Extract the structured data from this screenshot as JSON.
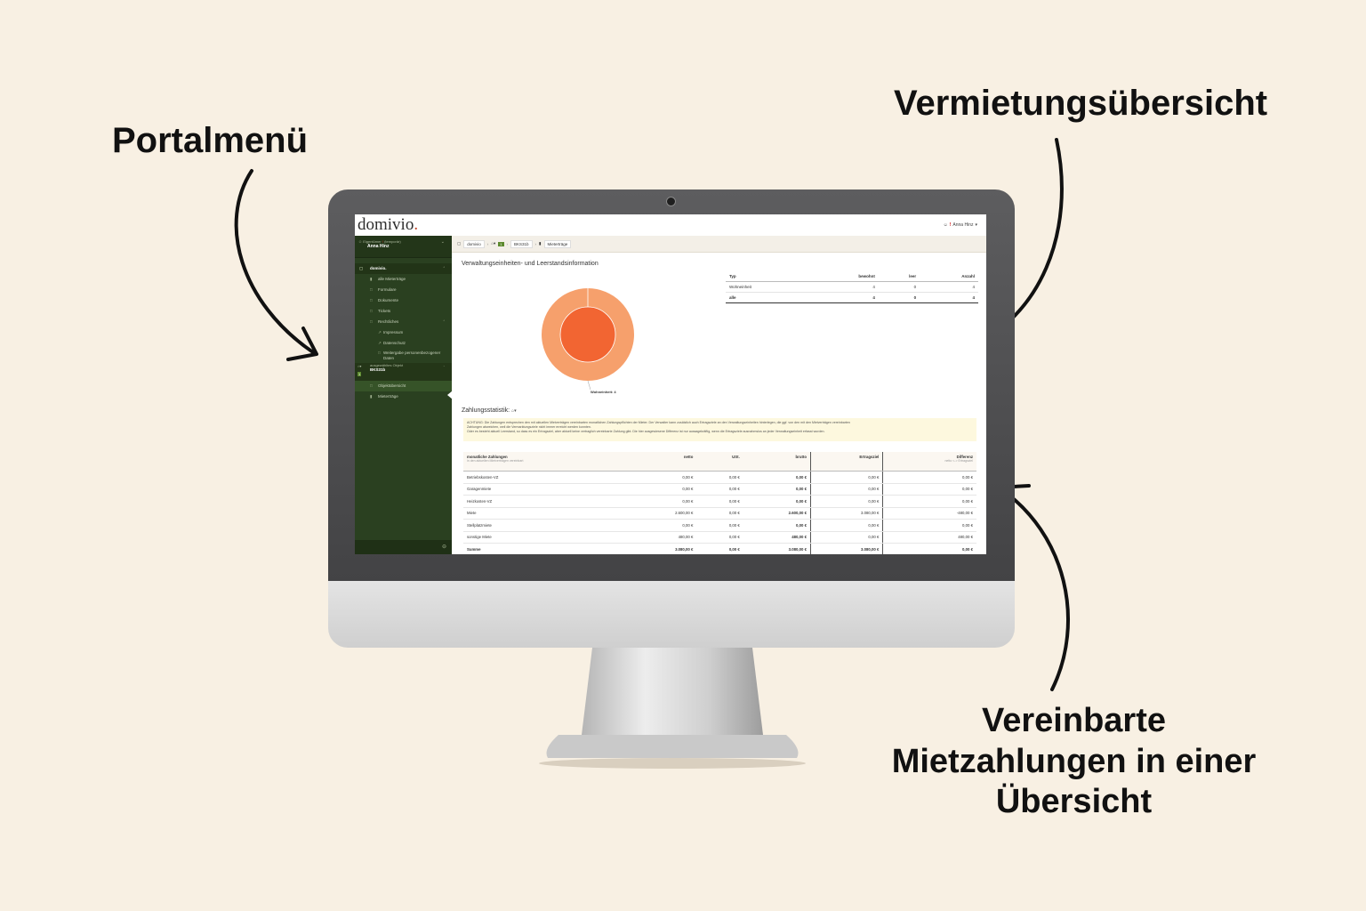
{
  "callouts": {
    "portal": "Portalmenü",
    "vermietung": "Vermietungsübersicht",
    "mietzahlungen_l1": "Vereinbarte",
    "mietzahlungen_l2": "Mietzahlungen in einer",
    "mietzahlungen_l3": "Übersicht"
  },
  "app": {
    "logo": "domivio",
    "logo_dot": ".",
    "user_warn": "!",
    "user_name": "Anna Hinz"
  },
  "sidebar": {
    "owner_role": "Eigentümer",
    "owner_flag": "(temporär)",
    "owner_name": "Anna Hinz",
    "portal_head": "domivio.",
    "items": [
      {
        "label": "alle Mieterträge"
      },
      {
        "label": "Formulare"
      },
      {
        "label": "Dokumente"
      },
      {
        "label": "Tickets"
      },
      {
        "label": "Rechtliches"
      }
    ],
    "legal_items": [
      {
        "label": "Impressum"
      },
      {
        "label": "Datenschutz"
      },
      {
        "label": "Weitergabe personenbezogener Daten"
      }
    ],
    "object_caption": "ausgewähltes Objekt",
    "object_count": "1",
    "object_name": "BKS31b",
    "object_items": [
      {
        "label": "Objektübersicht"
      },
      {
        "label": "Mieterträge"
      }
    ]
  },
  "breadcrumb": {
    "root": "domivio",
    "count": "1",
    "object": "BKS31b",
    "page": "Mieterträge"
  },
  "units": {
    "title": "Verwaltungseinheiten- und Leerstandsinformation",
    "donut_label": "Wohneinheit: 4",
    "columns": [
      "Typ",
      "bewohnt",
      "leer",
      "Anzahl"
    ],
    "rows": [
      {
        "typ": "Wohneinheit",
        "bewohnt": "4",
        "leer": "0",
        "anzahl": "4"
      }
    ],
    "total": {
      "typ": "alle",
      "bewohnt": "4",
      "leer": "0",
      "anzahl": "4"
    }
  },
  "payments": {
    "title": "Zahlungsstatistik:",
    "warning_1": "ACHTUNG: Die Zahlungen entsprechen den mit aktuellen Mietverträgen vereinbarten monatlichen Zahlungspflichten der Mieter. Der Verwalter kann zusätzlich auch Ertragsziele an den Verwaltungseinheiten hinterlegen, die ggf. von den mit den Mietverträgen vereinbarten",
    "warning_2": "Zahlungen abweichen, weil die Vermarktungsziele nicht immer erreicht werden konnten.",
    "warning_3": "Oder es besteht aktuell Leerstand, so dass es ein Ertragsziel, aber aktuell keine vertraglich vereinbarte Zahlung gibt. Die hier ausgewiesene Differenz ist nur aussagekräftig, wenn die Ertragsziele ausnahmslos an jeder Verwaltungseinheit erfasst wurden.",
    "head_label": "monatliche Zahlungen",
    "head_sub": "in den aktuellen Mietverträgen vereinbart",
    "col_netto": "netto",
    "col_ust": "USt.",
    "col_brutto": "brutto",
    "col_ertragsziel": "Ertragsziel",
    "col_differenz": "Differenz",
    "col_differenz_sub": "netto <-> Ertragsziel",
    "rows": [
      {
        "label": "Betriebskosten-VZ",
        "netto": "0,00 €",
        "ust": "0,00 €",
        "brutto": "0,00 €",
        "ziel": "0,00 €",
        "diff": "0,00 €"
      },
      {
        "label": "Garagenmiete",
        "netto": "0,00 €",
        "ust": "0,00 €",
        "brutto": "0,00 €",
        "ziel": "0,00 €",
        "diff": "0,00 €"
      },
      {
        "label": "Heizkosten-VZ",
        "netto": "0,00 €",
        "ust": "0,00 €",
        "brutto": "0,00 €",
        "ziel": "0,00 €",
        "diff": "0,00 €"
      },
      {
        "label": "Miete",
        "netto": "2.600,00 €",
        "ust": "0,00 €",
        "brutto": "2.600,00 €",
        "ziel": "3.080,00 €",
        "diff": "-480,00 €"
      },
      {
        "label": "Stellplatzmiete",
        "netto": "0,00 €",
        "ust": "0,00 €",
        "brutto": "0,00 €",
        "ziel": "0,00 €",
        "diff": "0,00 €"
      },
      {
        "label": "sonstige Miete",
        "netto": "480,00 €",
        "ust": "0,00 €",
        "brutto": "480,00 €",
        "ziel": "0,00 €",
        "diff": "480,00 €"
      }
    ],
    "total": {
      "label": "Summe",
      "netto": "3.080,00 €",
      "ust": "0,00 €",
      "brutto": "3.080,00 €",
      "ziel": "3.080,00 €",
      "diff": "0,00 €"
    }
  },
  "colors": {
    "background": "#f8f0e3",
    "sidebar": "#2a4020",
    "donut_outer": "#f6a06c",
    "donut_inner": "#f26532",
    "accent_green": "#5d8a2e"
  }
}
